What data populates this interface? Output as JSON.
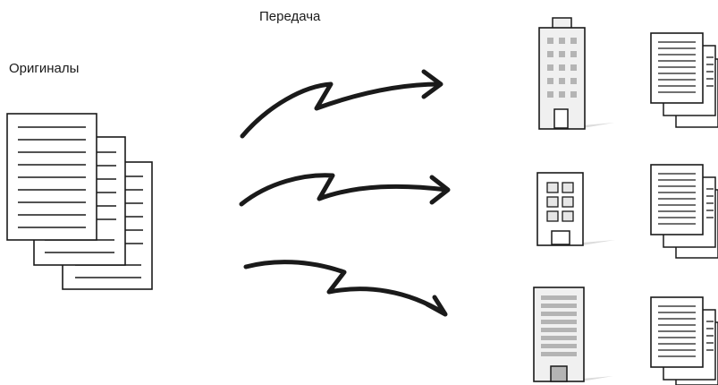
{
  "labels": {
    "originals": "Оригиналы",
    "transmission": "Передача"
  },
  "colors": {
    "ink": "#1a1a1a",
    "building_fill": "#f0f0f0",
    "building_window": "#b4b4b4",
    "shadow": "#dcdcdc"
  },
  "destinations": [
    {
      "building": "tall-office-building"
    },
    {
      "building": "small-office-building"
    },
    {
      "building": "striped-office-building"
    }
  ]
}
